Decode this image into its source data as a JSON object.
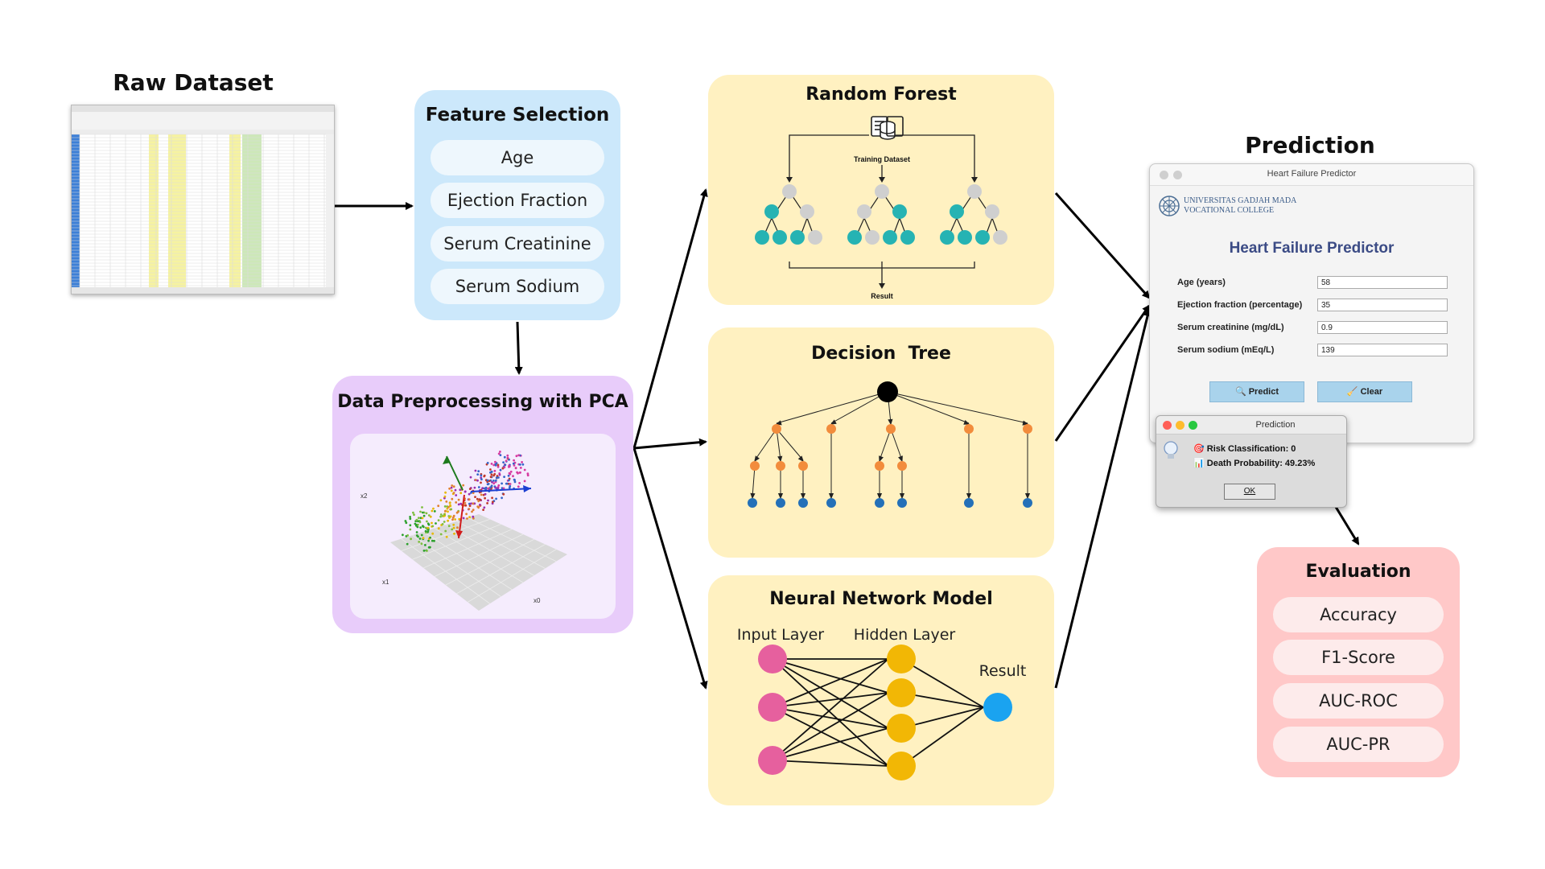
{
  "raw_dataset": {
    "title": "Raw Dataset"
  },
  "feature_selection": {
    "title": "Feature Selection",
    "items": [
      "Age",
      "Ejection Fraction",
      "Serum Creatinine",
      "Serum Sodium"
    ]
  },
  "pca": {
    "title": "Data Preprocessing with PCA",
    "axis_x0": "x0",
    "axis_x1": "x1",
    "axis_x2": "x2"
  },
  "random_forest": {
    "title": "Random Forest",
    "training_label": "Training Dataset",
    "result_label": "Result"
  },
  "decision_tree": {
    "title": "Decision  Tree"
  },
  "neural_network": {
    "title": "Neural Network Model",
    "input_label": "Input Layer",
    "hidden_label": "Hidden Layer",
    "result_label": "Result"
  },
  "prediction": {
    "title": "Prediction",
    "window_title": "Heart Failure Predictor",
    "university_line1": "UNIVERSITAS GADJAH MADA",
    "university_line2": "VOCATIONAL COLLEGE",
    "app_heading": "Heart Failure Predictor",
    "fields": [
      {
        "label": "Age (years)",
        "value": "58"
      },
      {
        "label": "Ejection fraction (percentage)",
        "value": "35"
      },
      {
        "label": "Serum creatinine (mg/dL)",
        "value": "0.9"
      },
      {
        "label": "Serum sodium (mEq/L)",
        "value": "139"
      }
    ],
    "predict_button": "🔍 Predict",
    "clear_button": "🧹 Clear",
    "popup": {
      "title": "Prediction",
      "risk_line": "🎯 Risk Classification: 0",
      "prob_line": "📊 Death Probability: 49.23%",
      "ok_button": "OK"
    }
  },
  "evaluation": {
    "title": "Evaluation",
    "items": [
      "Accuracy",
      "F1-Score",
      "AUC-ROC",
      "AUC-PR"
    ]
  },
  "colors": {
    "blue_box": "#cce8fb",
    "purple_box": "#e8ccfa",
    "yellow_box": "#fff1c1",
    "red_box": "#ffc8c8",
    "teal_node": "#26b3b3",
    "orange_node": "#f28c3c",
    "blue_node": "#2470b8",
    "pink_node": "#e6609e",
    "gold_node": "#f2b705",
    "result_node": "#1aa3f0"
  }
}
